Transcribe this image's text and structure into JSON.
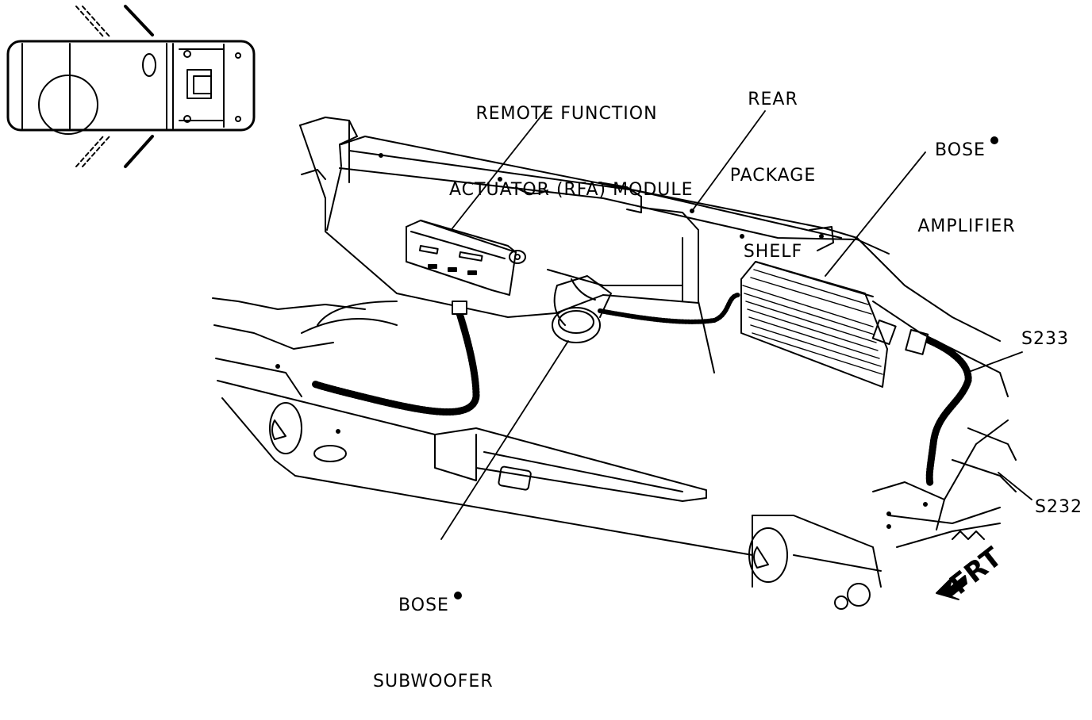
{
  "labels": {
    "rfa_module_line1": "REMOTE FUNCTION",
    "rfa_module_line2": "ACTUATOR (RFA) MODULE",
    "rear_shelf_line1": "REAR",
    "rear_shelf_line2": "PACKAGE",
    "rear_shelf_line3": "SHELF",
    "bose_amp_line1": "BOSE",
    "bose_amp_line2": "AMPLIFIER",
    "s233": "S233",
    "s232": "S232",
    "bose_sub_line1": "BOSE",
    "bose_sub_line2": "SUBWOOFER",
    "frt": "FRT"
  }
}
